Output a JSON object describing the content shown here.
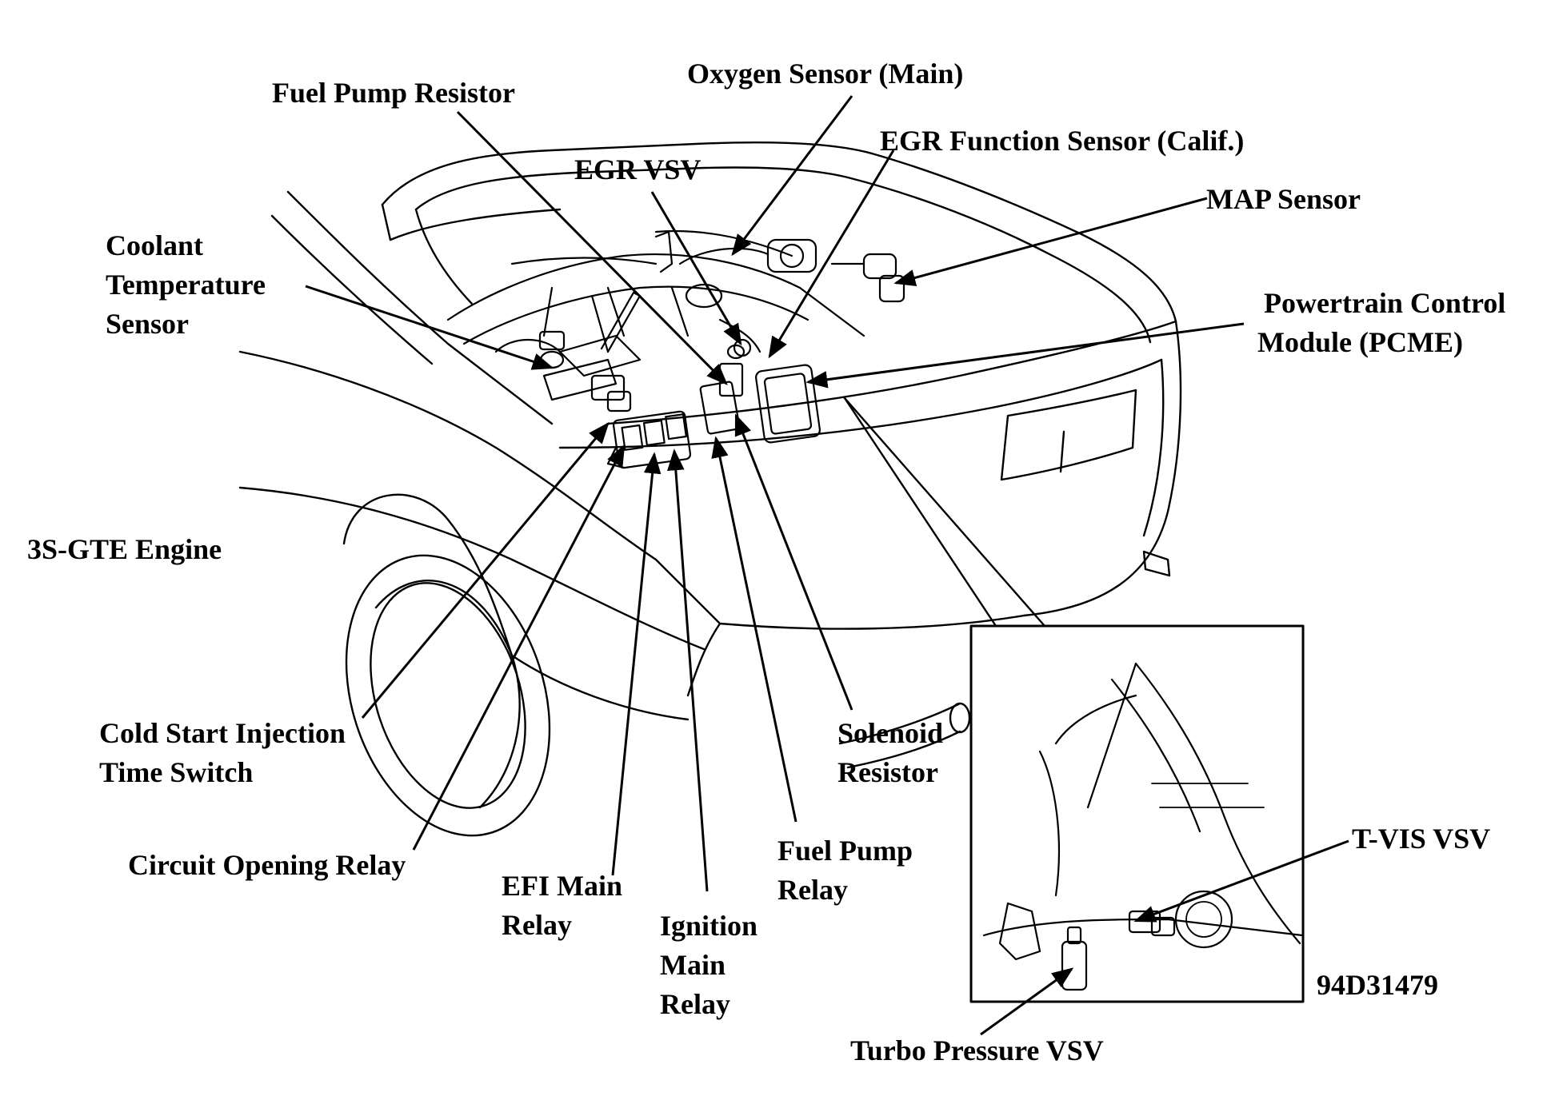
{
  "diagram_id": "94D31479",
  "labels": {
    "fuel_pump_resistor": "Fuel Pump Resistor",
    "oxygen_sensor_main": "Oxygen Sensor (Main)",
    "egr_function_sensor": "EGR Function Sensor (Calif.)",
    "egr_vsv": "EGR VSV",
    "map_sensor": "MAP Sensor",
    "coolant_temp_sensor": [
      "Coolant",
      "Temperature",
      "Sensor"
    ],
    "pcm": [
      "Powertrain Control",
      "Module (PCME)"
    ],
    "engine": "3S-GTE Engine",
    "cold_start_switch": [
      "Cold Start Injection",
      "Time Switch"
    ],
    "solenoid_resistor": [
      "Solenoid",
      "Resistor"
    ],
    "circuit_opening_relay": "Circuit Opening Relay",
    "fuel_pump_relay": [
      "Fuel Pump",
      "Relay"
    ],
    "efi_main_relay": [
      "EFI Main",
      "Relay"
    ],
    "ignition_main_relay": [
      "Ignition",
      "Main",
      "Relay"
    ],
    "tvis_vsv": "T-VIS VSV",
    "turbo_pressure_vsv": "Turbo Pressure VSV"
  }
}
